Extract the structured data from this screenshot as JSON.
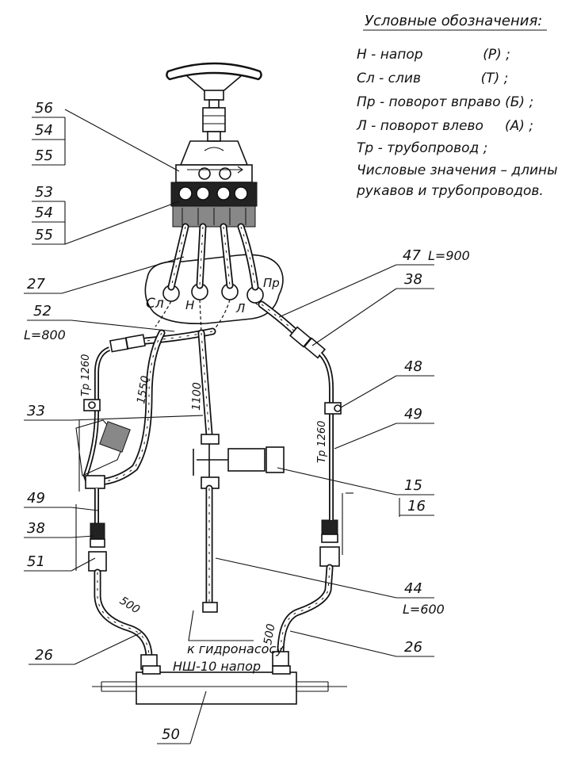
{
  "legend": {
    "title": "Условные обозначения:",
    "lines": [
      "Н - напор              (Р) ;",
      "Сл - слив              (Т) ;",
      "Пр - поворот вправо (Б) ;",
      "Л - поворот влево     (А) ;",
      "Тр - трубопровод ;",
      "Числовые значения – длины",
      "рукавов и трубопроводов."
    ]
  },
  "callouts": {
    "c56": "56",
    "c54a": "54",
    "c55a": "55",
    "c53": "53",
    "c54b": "54",
    "c55b": "55",
    "c27": "27",
    "c52": "52",
    "l800": "L=800",
    "c33": "33",
    "c49l": "49",
    "c38l": "38",
    "c51": "51",
    "c26l": "26",
    "c47": "47",
    "l900": "L=900",
    "c38r": "38",
    "c48": "48",
    "c49r": "49",
    "c15": "15",
    "c16": "16",
    "c44": "44",
    "l600": "L=600",
    "c26r": "26",
    "c50": "50"
  },
  "ports": {
    "sl": "Сл",
    "n": "Н",
    "l": "Л",
    "pr": "Пр"
  },
  "lengths": {
    "tr1260l": "Тр 1260",
    "h1550": "1550",
    "h1100": "1100",
    "tr1260r": "Тр 1260",
    "h500l": "500",
    "h500r": "500"
  },
  "notes": {
    "pump1": "к гидронасосу",
    "pump2": "НШ-10 напор"
  }
}
